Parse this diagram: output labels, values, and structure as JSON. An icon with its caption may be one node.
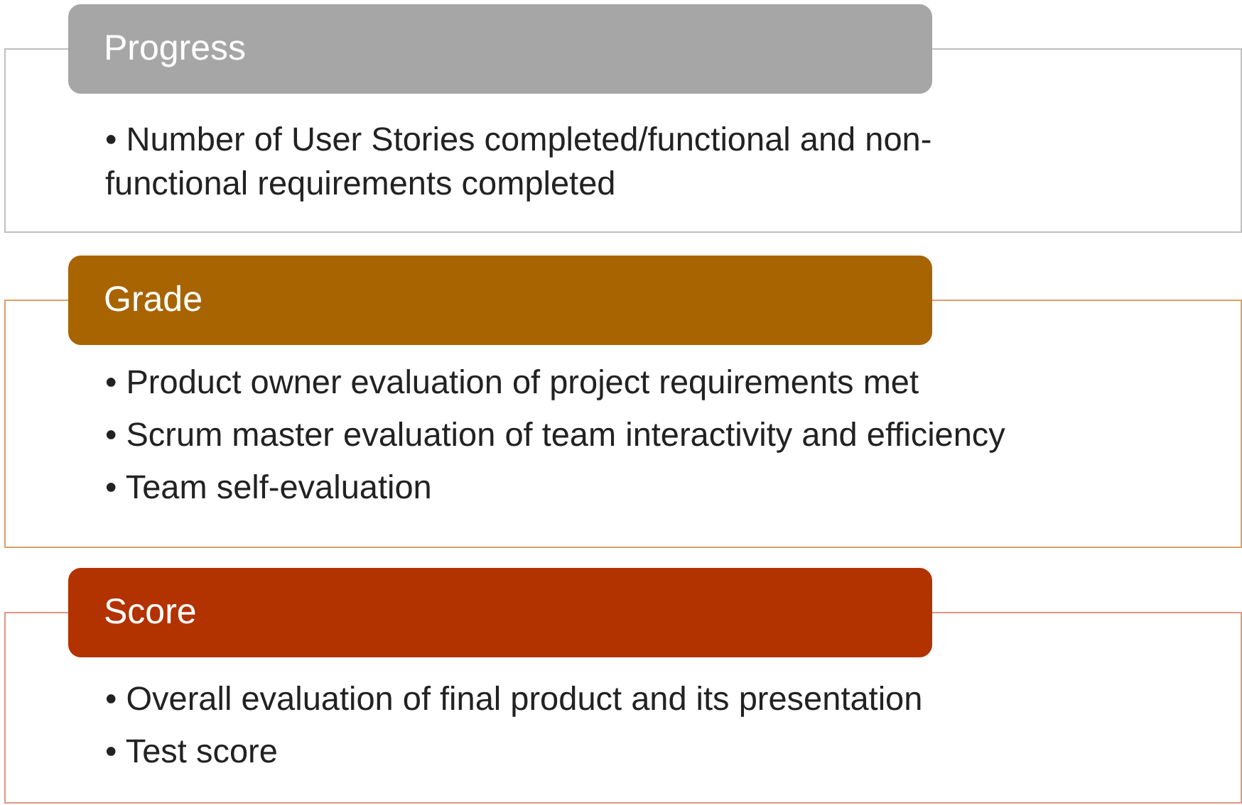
{
  "diagram": {
    "nodes": [
      {
        "text": [
          "Progress",
          "• Number of User Stories completed/functional and non-functional requirements completed"
        ]
      },
      {
        "text": [
          "Grade",
          "• Product owner evaluation of project requirements met",
          "• Scrum master evaluation of team interactivity and efficiency",
          "• Team self-evaluation"
        ]
      },
      {
        "text": [
          "Score",
          "• Overall evaluation of final product and its presentation",
          "• Test score"
        ]
      }
    ]
  }
}
